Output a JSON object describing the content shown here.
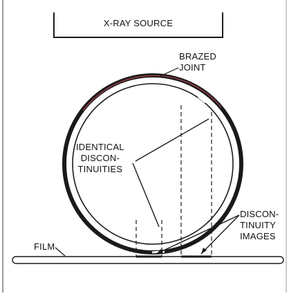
{
  "labels": {
    "source": "X-RAY SOURCE",
    "brazed": [
      "BRAZED",
      "JOINT"
    ],
    "identical": [
      "IDENTICAL",
      "DISCON-",
      "TINUITIES"
    ],
    "images": [
      "DISCON-",
      "TINUITY",
      "IMAGES"
    ],
    "film": "FILM"
  },
  "colors": {
    "line": "#1a1a1a",
    "joint_accent": "#b0434f"
  }
}
